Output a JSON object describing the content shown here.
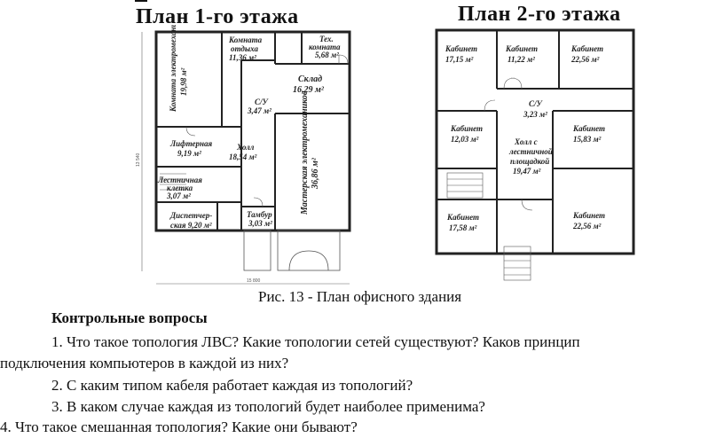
{
  "plans": {
    "floor1": {
      "title": "План 1-го этажа",
      "rooms": {
        "electric_room": "Комната электромехаников",
        "electric_area": "19,98 м²",
        "rest_room_1": "Комната",
        "rest_room_2": "отдыха",
        "rest_room_area": "11,36 м²",
        "tech_room_1": "Тех.",
        "tech_room_2": "комната",
        "tech_room_area": "5,68 м²",
        "storage": "Склад",
        "storage_area": "16,29 м²",
        "wc": "С/У",
        "wc_area": "3,47 м²",
        "elevator": "Лифтерная",
        "elevator_area": "9,19 м²",
        "hall": "Холл",
        "hall_area": "18,54 м²",
        "stair_1": "Лестничная",
        "stair_2": "клетка",
        "stair_area": "3,07 м²",
        "workshop": "Мастерская электромехаников",
        "workshop_area": "36,86 м²",
        "dispatcher_1": "Диспетчер-",
        "dispatcher_2": "ская 9,20 м²",
        "vestibule": "Тамбур",
        "vestibule_area": "3,03 м²"
      },
      "dim_bottom": "15 800",
      "dim_left": "13 540"
    },
    "floor2": {
      "title": "План 2-го этажа",
      "rooms": {
        "office_a": "Кабинет",
        "office_a_area": "17,15 м²",
        "office_b": "Кабинет",
        "office_b_area": "11,22 м²",
        "office_c": "Кабинет",
        "office_c_area": "22,56 м²",
        "wc": "С/У",
        "wc_area": "3,23 м²",
        "office_d": "Кабинет",
        "office_d_area": "12,03 м²",
        "hall_1": "Холл с",
        "hall_2": "лестничной",
        "hall_3": "площадкой",
        "hall_area": "19,47 м²",
        "office_e": "Кабинет",
        "office_e_area": "15,83 м²",
        "office_f": "Кабинет",
        "office_f_area": "17,58 м²",
        "office_g": "Кабинет",
        "office_g_area": "22,56 м²"
      }
    }
  },
  "caption": "Рис. 13 - План офисного здания",
  "questions": {
    "heading": "Контрольные вопросы",
    "q1_line1": "1. Что такое топология ЛВС? Какие топологии сетей существуют? Каков принцип",
    "q1_line2": "подключения компьютеров в каждой из них?",
    "q2": "2. С каким типом кабеля работает каждая из топологий?",
    "q3": "3. В каком случае каждая из топологий будет наиболее применима?",
    "q4": "4. Что такое смешанная топология? Какие они бывают?"
  }
}
